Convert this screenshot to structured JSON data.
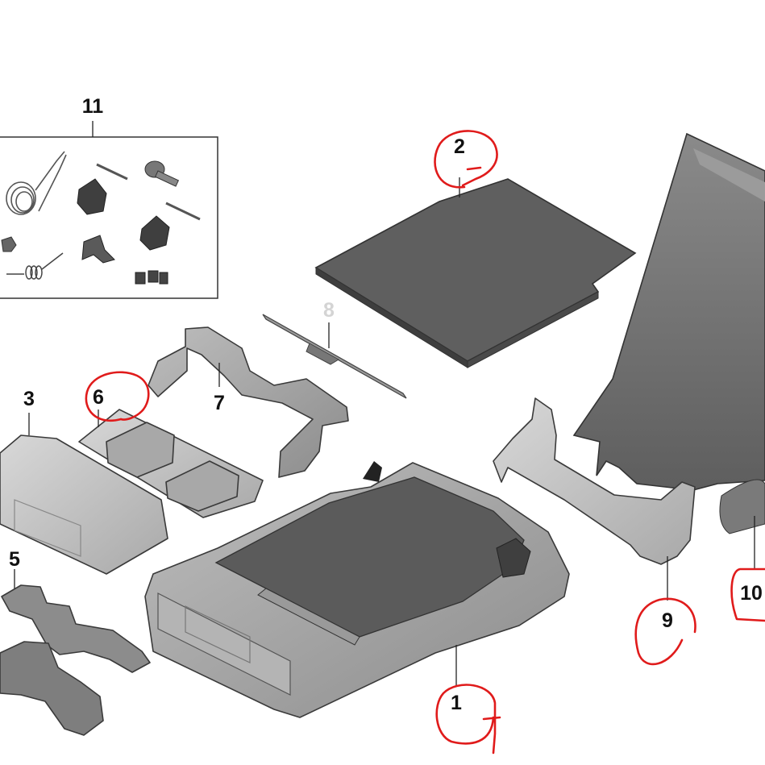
{
  "labels": {
    "p1": "1",
    "p2": "2",
    "p3": "3",
    "p5": "5",
    "p6": "6",
    "p7": "7",
    "p8": "8",
    "p9": "9",
    "p10": "10",
    "p11": "11"
  },
  "colors": {
    "annotation": "#e01b1b",
    "part_dark": "#6e6e6e",
    "part_mid": "#9a9a9a",
    "part_light": "#c4c4c4",
    "faint_label": "#d4d4d4"
  },
  "annotations": {
    "circled_parts": [
      "2",
      "6",
      "9",
      "10",
      "1"
    ]
  }
}
